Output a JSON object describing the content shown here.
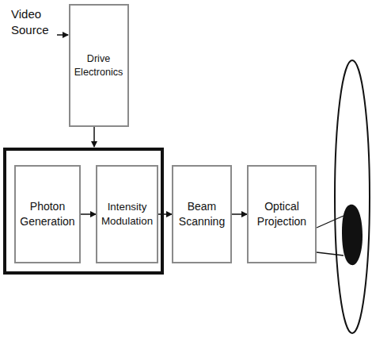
{
  "diagram": {
    "nodes": [
      {
        "text": [
          "Drive Electronics"
        ]
      },
      {
        "text": [
          "Photon Generation"
        ]
      },
      {
        "text": [
          "Intensity Modulation"
        ]
      },
      {
        "text": [
          "Beam Scanning"
        ]
      },
      {
        "text": [
          "Optical Projection"
        ]
      }
    ],
    "edges": [
      {
        "from": 1,
        "to": 2,
        "arrow": "to"
      },
      {
        "from": 2,
        "to": 3,
        "arrow": "to"
      },
      {
        "from": 3,
        "to": 4,
        "arrow": "to"
      }
    ],
    "labels": [
      "Video Source"
    ]
  }
}
